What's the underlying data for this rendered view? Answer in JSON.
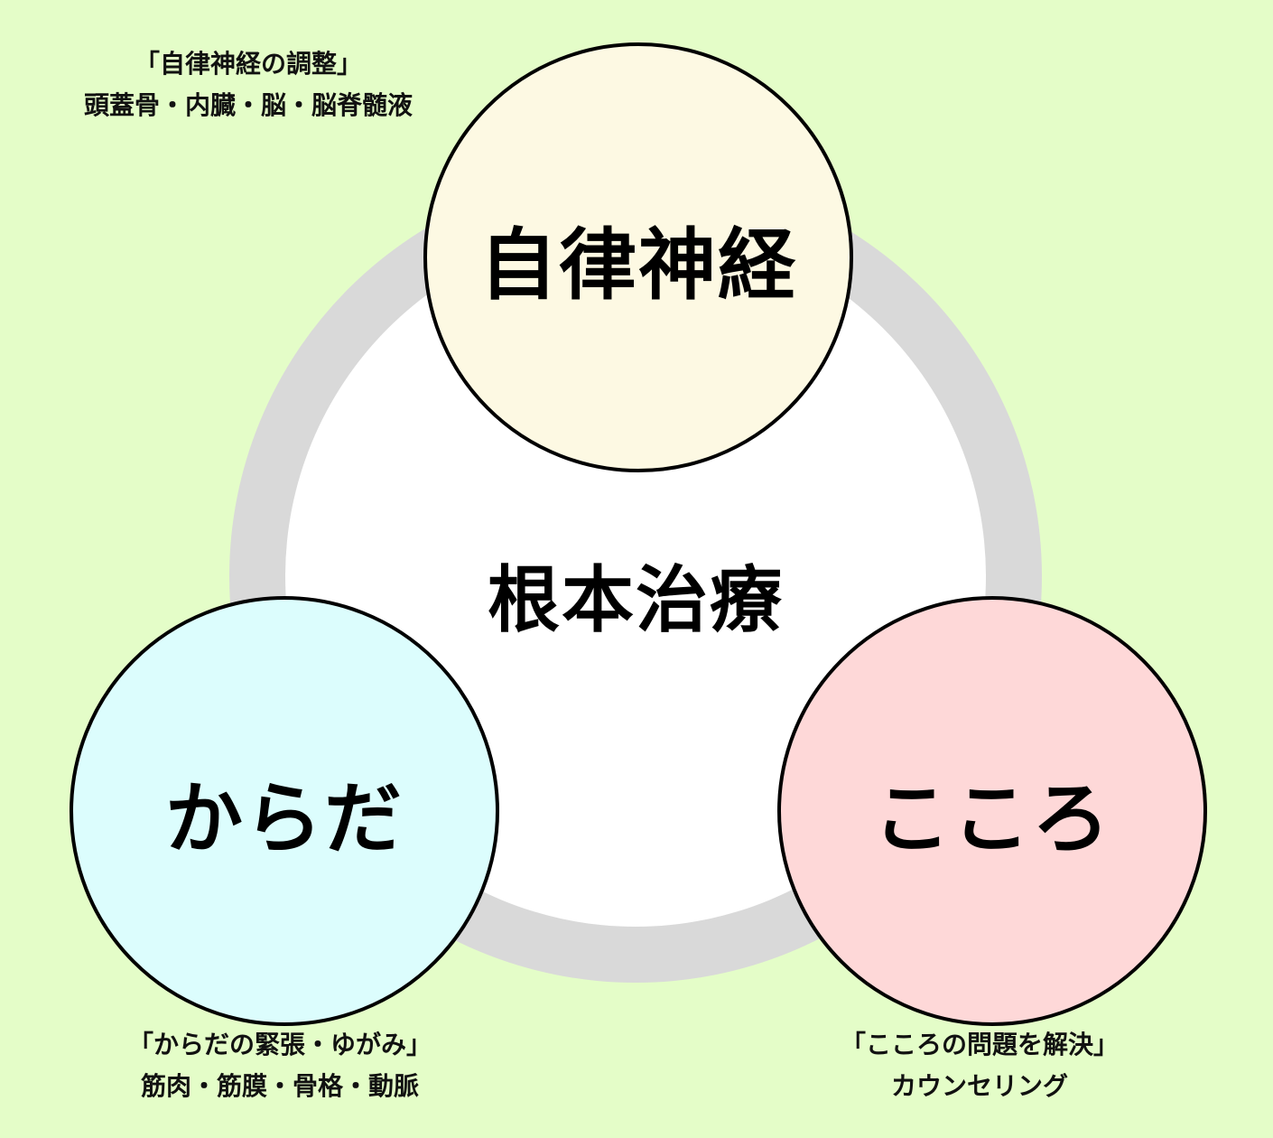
{
  "center": {
    "title": "根本治療"
  },
  "circles": {
    "top": {
      "label": "自律神経",
      "color": "#fdf9e3",
      "caption_line1": "「自律神経の調整」",
      "caption_line2": "頭蓋骨・内臓・脳・脳脊髄液"
    },
    "left": {
      "label": "からだ",
      "color": "#dcfdfd",
      "caption_line1": "「からだの緊張・ゆがみ」",
      "caption_line2": "筋肉・筋膜・骨格・動脈"
    },
    "right": {
      "label": "こころ",
      "color": "#fed8d8",
      "caption_line1": "「こころの問題を解決」",
      "caption_line2": "カウンセリング"
    }
  },
  "colors": {
    "background": "#e4fdc8",
    "ring": "#d9d9d9",
    "inner": "#ffffff",
    "border": "#000000"
  }
}
